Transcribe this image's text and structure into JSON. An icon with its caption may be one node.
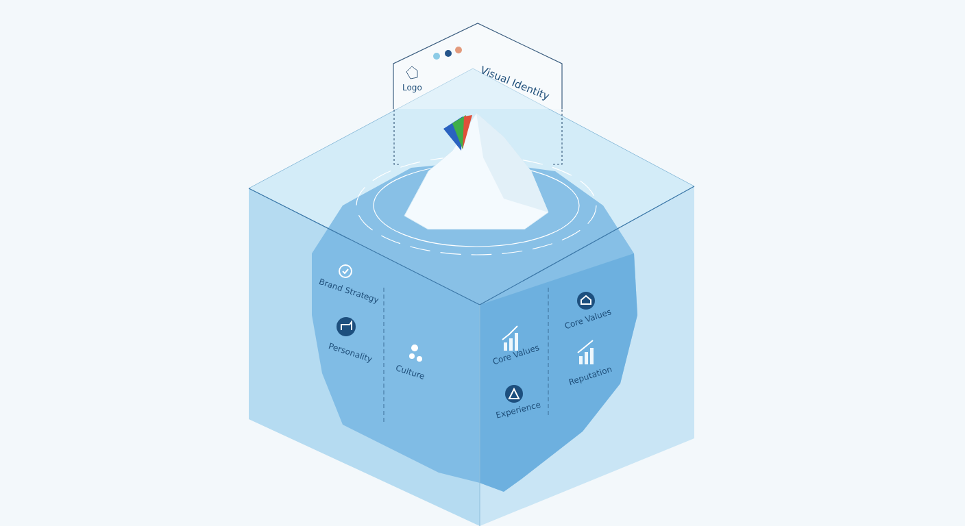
{
  "diagram": {
    "nodes": [
      {
        "text": [
          "Logo",
          "Visual Identity"
        ]
      },
      {
        "text": [],
        "shape": "picture"
      }
    ],
    "edges": [
      {
        "from": 0,
        "to": 1,
        "arrow": "none",
        "style": "dashed"
      },
      {
        "from": 0,
        "to": 1,
        "arrow": "none",
        "style": "dashed"
      }
    ],
    "labels": [
      "Brand Strategy",
      "Personality",
      "Culture",
      "Core Values",
      "Experience",
      "Core Values",
      "Reputation"
    ]
  }
}
